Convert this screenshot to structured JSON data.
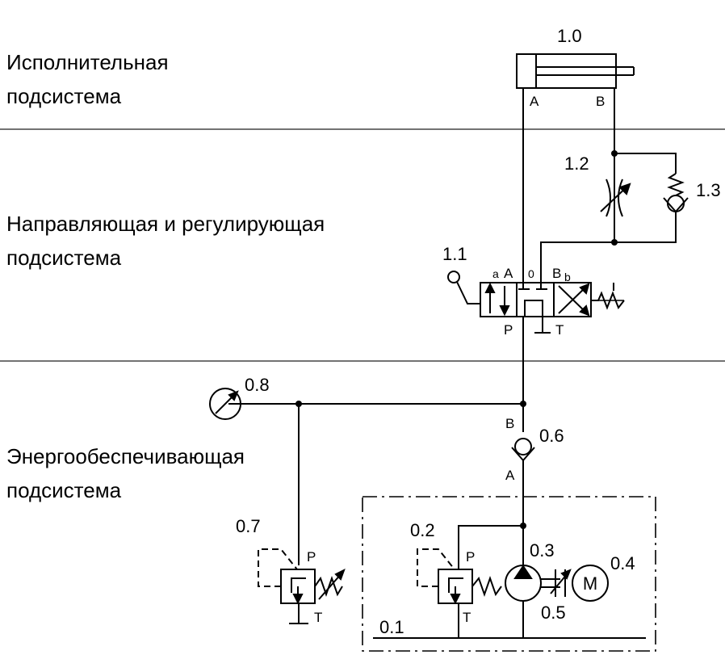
{
  "subsystems": {
    "executive": "Исполнительная\nподсистема",
    "control": "Направляющая и регулирующая\nподсистема",
    "power": "Энергообеспечивающая\nподсистема"
  },
  "components": {
    "cylinder": "1.0",
    "valve": "1.1",
    "throttle": "1.2",
    "check_valve_bypass": "1.3",
    "tank_line": "0.1",
    "relief_valve_inner": "0.2",
    "pump": "0.3",
    "motor": "0.4",
    "coupling": "0.5",
    "check_valve_main": "0.6",
    "relief_valve_outer": "0.7",
    "pressure_gauge": "0.8"
  },
  "ports": {
    "cyl_a": "A",
    "cyl_b": "B",
    "valve_a_small": "a",
    "valve_a": "A",
    "valve_zero": "0",
    "valve_b": "B",
    "valve_b_small": "b",
    "valve_p": "P",
    "valve_t": "T",
    "check_b": "B",
    "check_a": "A",
    "relief_inner_p": "P",
    "relief_inner_t": "T",
    "relief_outer_p": "P",
    "relief_outer_t": "T"
  },
  "motor_symbol": "M"
}
